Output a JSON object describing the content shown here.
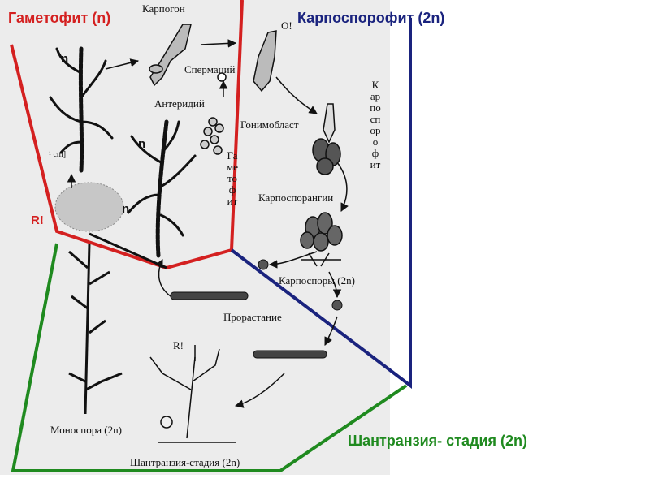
{
  "headers": {
    "gametophyte": "Гаметофит (n)",
    "carposporophyte": "Карпоспорофит (2n)",
    "chantransia": "Шантранзия- стадия (2n)"
  },
  "labels": {
    "carpogon": "Карпогон",
    "o_mark": "O!",
    "spermatium": "Спермаций",
    "antheridium": "Антеридий",
    "gonimoblast": "Гонимобласт",
    "carposporangia": "Карпоспорангии",
    "carpospores": "Карпоспоры (2n)",
    "germination": "Прорастание",
    "monospore": "Моноспора (2n)",
    "chantransia_stage": "Шантранзия-стадия (2n)",
    "n_top": "n",
    "n_mid": "n",
    "n_branch": "n",
    "scale": "¹ cm]",
    "r_left": "R!",
    "r_top": "R!",
    "gametophyte_vertical": "Гаметофит",
    "carposporophyte_vertical": "Карпоспорофит"
  },
  "colors": {
    "gametophyte": "#d42020",
    "carposporophyte": "#1a237e",
    "chantransia": "#1f8a1f",
    "panel": "#ececec"
  }
}
